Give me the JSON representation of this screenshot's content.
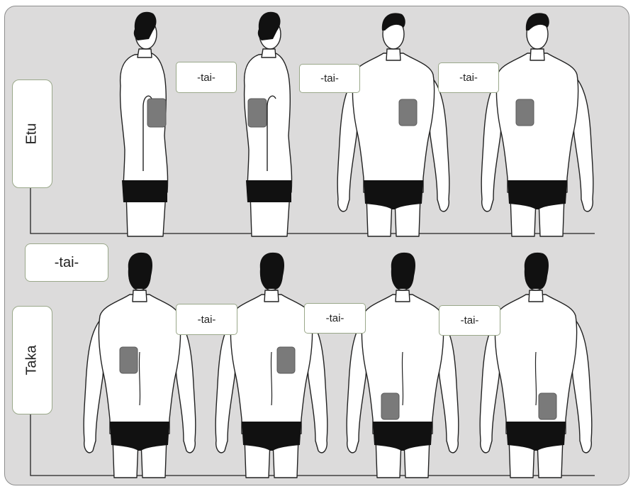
{
  "rows": {
    "front_label": "Etu",
    "back_label": "Taka"
  },
  "separators": {
    "front_row": [
      "-tai-",
      "-tai-",
      "-tai-"
    ],
    "between_rows": "-tai-",
    "back_row": [
      "-tai-",
      "-tai-",
      "-tai-"
    ]
  },
  "colors": {
    "background": "#dcdbdb",
    "figure_fill": "#ffffff",
    "outline": "#222222",
    "hair_and_briefs": "#111111",
    "patch": "#7a7a7a",
    "box_border": "#9aa88a"
  }
}
